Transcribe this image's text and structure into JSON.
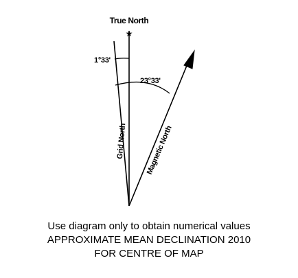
{
  "diagram": {
    "true_north_label": "True North",
    "grid_north_label": "Grid North",
    "magnetic_north_label": "Magnetic North",
    "grid_angle_label": "1°33'",
    "magnetic_angle_label": "23°33'",
    "star_symbol": "★",
    "colors": {
      "ink": "#000000",
      "background": "#ffffff"
    },
    "icons": [
      "star-icon",
      "arrowhead-icon"
    ]
  },
  "caption": {
    "line1": "Use diagram only to obtain numerical values",
    "line2": "APPROXIMATE MEAN DECLINATION 2010",
    "line3": "FOR CENTRE OF MAP"
  }
}
